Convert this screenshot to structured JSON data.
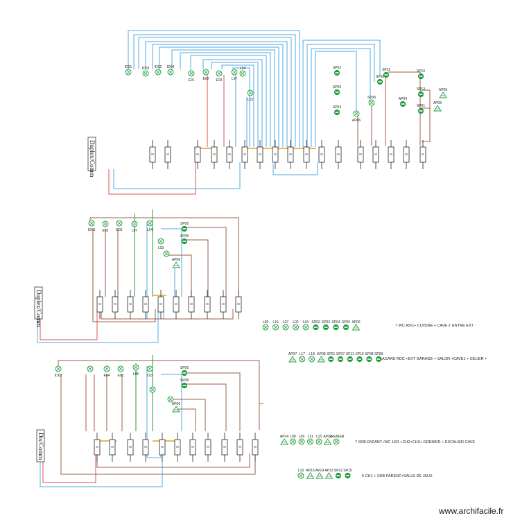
{
  "watermark": "www.archifacile.fr",
  "panel1": {
    "side_label": "Duplex/Comm",
    "devices": [
      "ID01",
      "ID03",
      "ID02",
      "ID04",
      "E01",
      "E02",
      "E03",
      "L07",
      "L04",
      "L03"
    ],
    "symbols": [
      "SP02",
      "SP03",
      "SP04",
      "AP06",
      "SP06",
      "SP08",
      "SP11",
      "SP10",
      "SP13",
      "SP01",
      "AP04",
      "AP05"
    ]
  },
  "panel2": {
    "side_label": "Duplex/Comm",
    "devices": [
      "ID03",
      "E02",
      "E03",
      "L07",
      "L04",
      "L03",
      "SP06",
      "SP05",
      "AP06"
    ]
  },
  "panel3": {
    "side_label": "Dis/Comm",
    "devices": [
      "ID02",
      "E04",
      "E01",
      "L05",
      "L03",
      "SP06",
      "SP08",
      "AP06"
    ]
  },
  "legend": {
    "row1": {
      "labels": [
        "L05",
        "L16",
        "L07",
        "L02",
        "L04",
        "SP02",
        "SP03",
        "SP04",
        "SP05",
        "AP06"
      ],
      "text": "7 WC RDC+ CUISINE + CAVE 2",
      "text2": "ENTRE EXT"
    },
    "row2": {
      "labels": [
        "AP07",
        "L17",
        "L18",
        "AP08",
        "SP01",
        "SP07",
        "SP11",
        "SP10",
        "SP08",
        "SP09"
      ],
      "text": "LACARD RDC +EXT GARAGE + SALON +CAVE1 + CELIER +"
    },
    "row3": {
      "labels": [
        "AP14",
        "L08",
        "L09",
        "L11",
        "L15",
        "AP12",
        "GRENIER"
      ],
      "text": "7 SDB ENFANT+WC 1ER +CH2+CH3+ GRENIER + ESCALIER CAVE"
    },
    "row4": {
      "labels": [
        "L10",
        "AP16",
        "AP14",
        "AP13",
        "SP12",
        "SP15"
      ],
      "text": "5 CH1 + SDB PARENT+SALLE DE JEUX"
    }
  },
  "colors": {
    "phase": "#d9534f",
    "neutral": "#4fa8e0",
    "return": "#9c5b45",
    "lamp": "#1f9d3a",
    "bridge": "#e0a020"
  }
}
